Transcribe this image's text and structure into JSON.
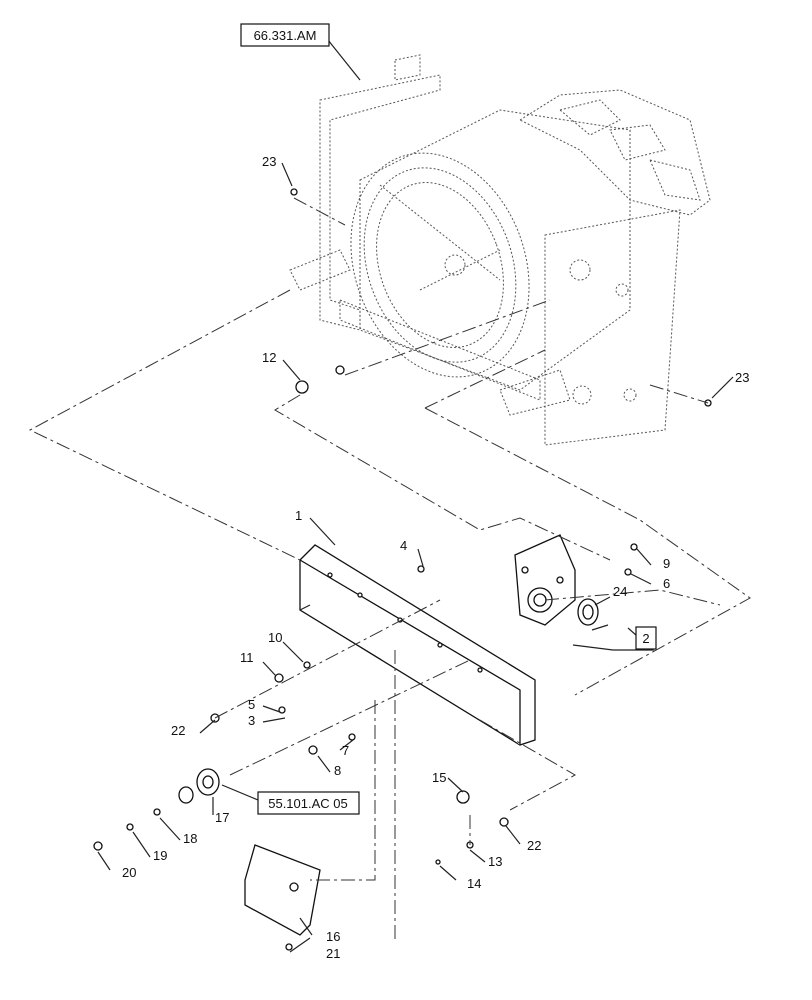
{
  "references": {
    "top": "66.331.AM",
    "mid": "55.101.AC 05",
    "kit": "2"
  },
  "callouts": {
    "c1": "1",
    "c3": "3",
    "c4": "4",
    "c5": "5",
    "c6": "6",
    "c7": "7",
    "c8": "8",
    "c9": "9",
    "c10": "10",
    "c11": "11",
    "c12": "12",
    "c13": "13",
    "c14": "14",
    "c15": "15",
    "c16": "16",
    "c17": "17",
    "c18": "18",
    "c19": "19",
    "c20": "20",
    "c21": "21",
    "c22a": "22",
    "c22b": "22",
    "c23a": "23",
    "c23b": "23",
    "c24": "24"
  }
}
